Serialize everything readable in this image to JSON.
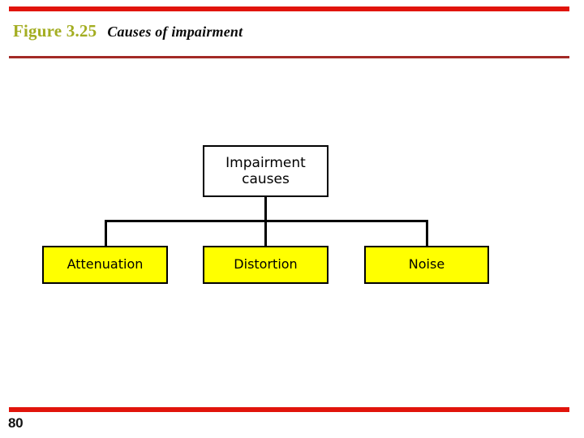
{
  "slide": {
    "title": {
      "figure_label": "Figure 3.25",
      "caption": "Causes of impairment"
    },
    "page_number": "80",
    "colors": {
      "rule_top": "#e1140b",
      "rule_title": "#a32a26",
      "rule_bottom": "#e1140b",
      "figure_label_color": "#a3ad21",
      "caption_color": "#0a0a0a",
      "node_fill_root": "#ffffff",
      "node_fill_leaf": "#ffff00",
      "node_border": "#000000",
      "node_shadow": "#3a3a3a"
    }
  },
  "diagram": {
    "type": "tree",
    "root": {
      "label_line1": "Impairment",
      "label_line2": "causes"
    },
    "children": [
      {
        "label": "Attenuation"
      },
      {
        "label": "Distortion"
      },
      {
        "label": "Noise"
      }
    ]
  }
}
